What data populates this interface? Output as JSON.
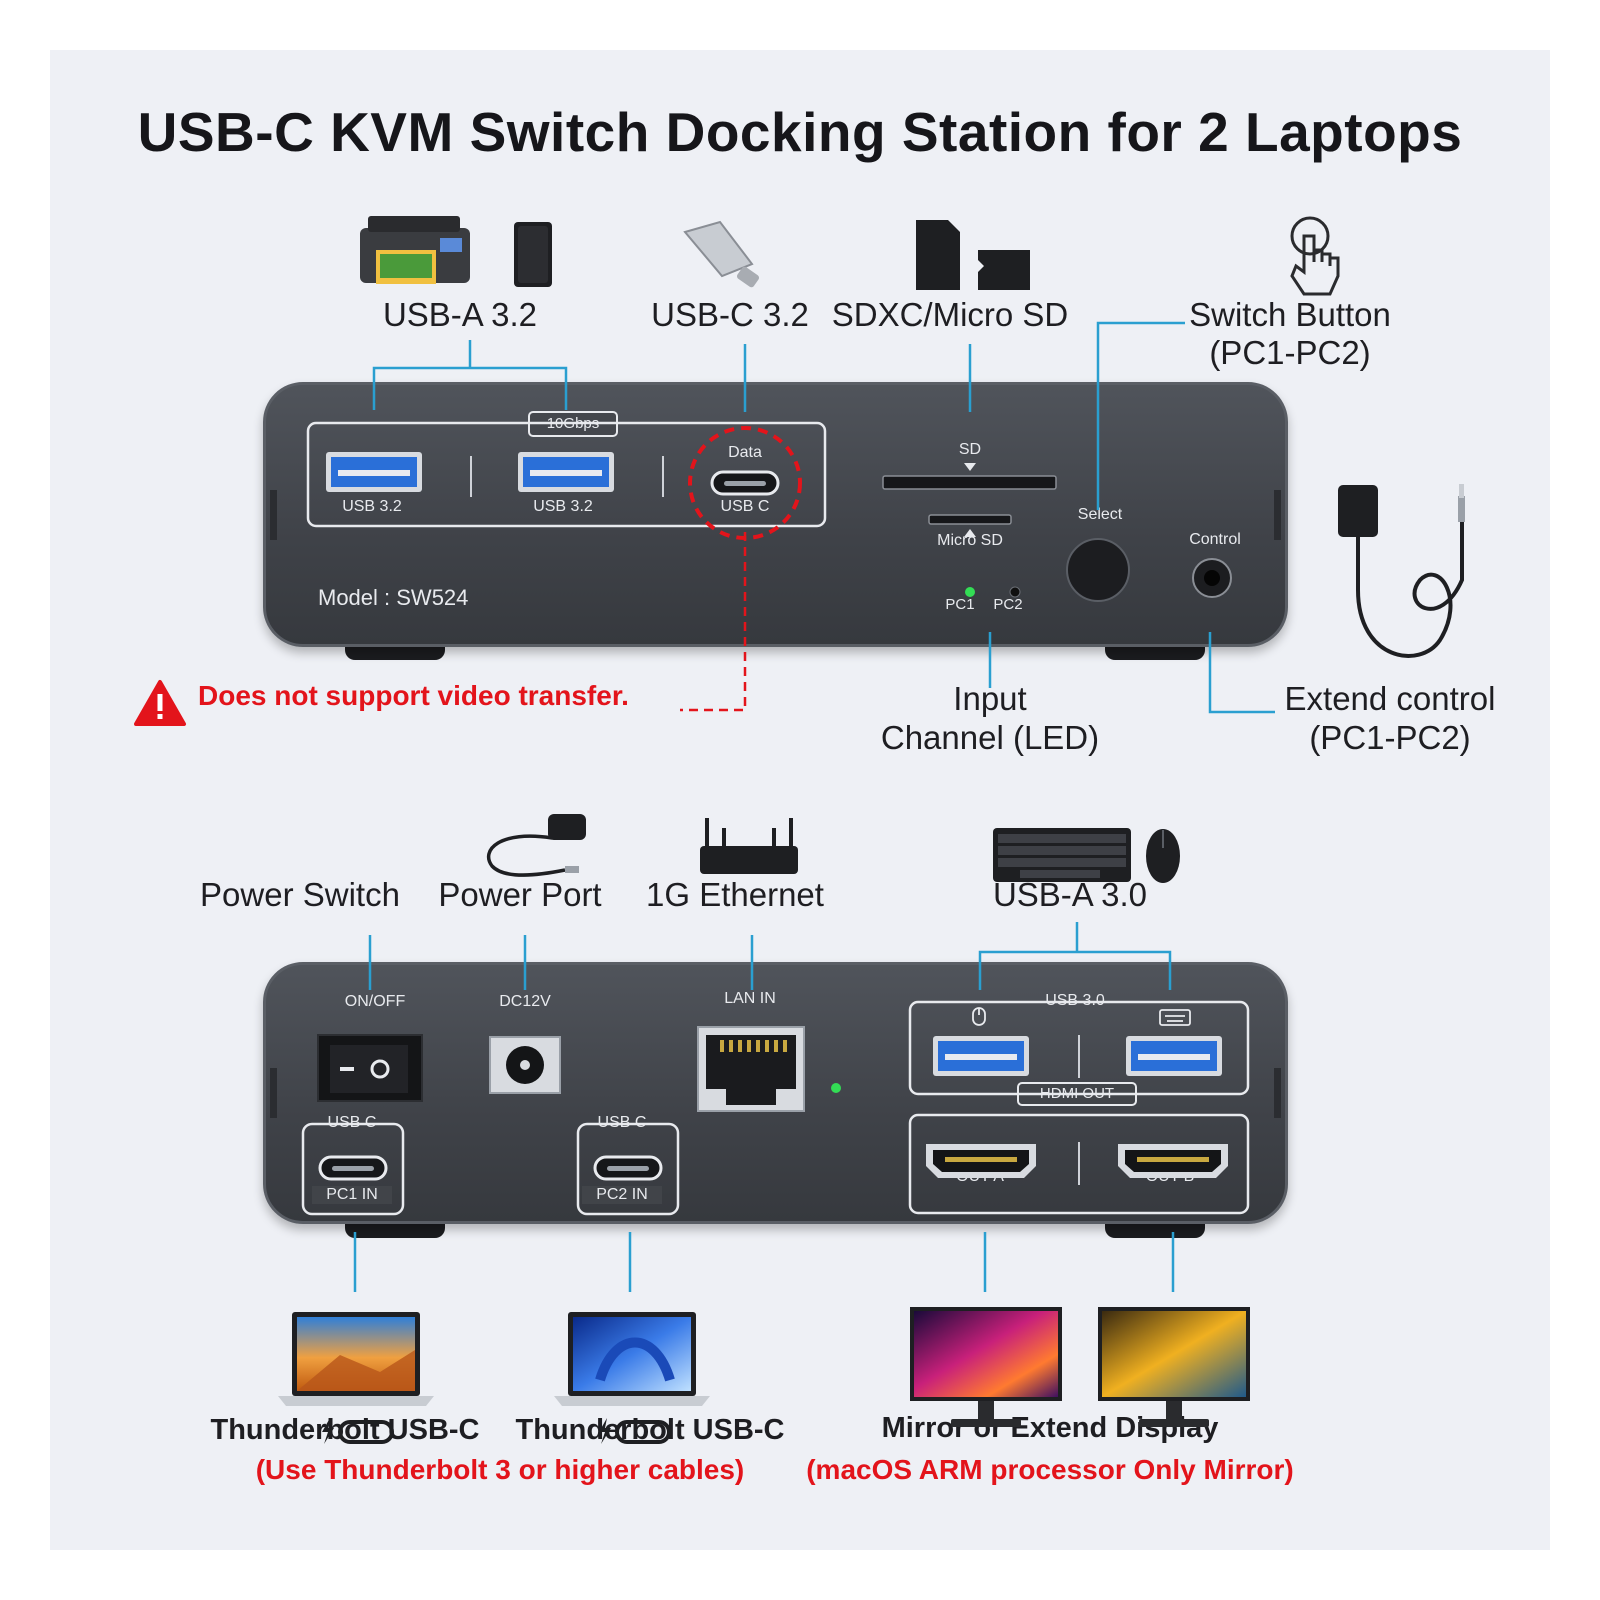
{
  "title": "USB-C KVM Switch Docking Station for 2 Laptops",
  "colors": {
    "leader": "#2a9fd0",
    "warning": "#e3141b",
    "device": "#414449",
    "led": "#33dd55"
  },
  "front": {
    "labels": {
      "usba": "USB-A 3.2",
      "usbc": "USB-C 3.2",
      "sd": "SDXC/Micro SD",
      "switch1": "Switch Button",
      "switch2": "(PC1-PC2)",
      "input1": "Input",
      "input2": "Channel (LED)",
      "extend1": "Extend control",
      "extend2": "(PC1-PC2)"
    },
    "panel": {
      "speed": "10Gbps",
      "usb32_a": "USB 3.2",
      "usb32_b": "USB 3.2",
      "data": "Data",
      "usbc": "USB C",
      "sd": "SD",
      "microsd": "Micro SD",
      "select": "Select",
      "control": "Control",
      "pc1": "PC1",
      "pc2": "PC2",
      "model": "Model : SW524"
    },
    "warning": "Does not support video transfer."
  },
  "back": {
    "labels": {
      "power_switch": "Power Switch",
      "power_port": "Power Port",
      "ethernet": "1G Ethernet",
      "usba30": "USB-A 3.0"
    },
    "panel": {
      "onoff": "ON/OFF",
      "dc": "DC12V",
      "lan": "LAN IN",
      "usb30": "USB 3.0",
      "usbc1": "USB C",
      "pc1in": "PC1 IN",
      "usbc2": "USB C",
      "pc2in": "PC2 IN",
      "hdmi": "HDMI OUT",
      "outa": "OUT A",
      "outb": "OUT B"
    },
    "bottom": {
      "tb1": "Thunderbolt USB-C",
      "tb2": "Thunderbolt USB-C",
      "tb_note": "(Use Thunderbolt 3 or higher cables)",
      "display": "Mirror or Extend Display",
      "display_note": "(macOS ARM processor Only Mirror)"
    }
  },
  "icons": [
    "printer-icon",
    "hard-drive-icon",
    "usb-flash-drive-icon",
    "sd-card-icon",
    "microsd-card-icon",
    "hand-pointer-icon",
    "control-cable-icon",
    "warning-icon",
    "power-adapter-icon",
    "router-icon",
    "keyboard-icon",
    "mouse-icon",
    "laptop-icon",
    "thunderbolt-icon",
    "monitor-icon"
  ]
}
